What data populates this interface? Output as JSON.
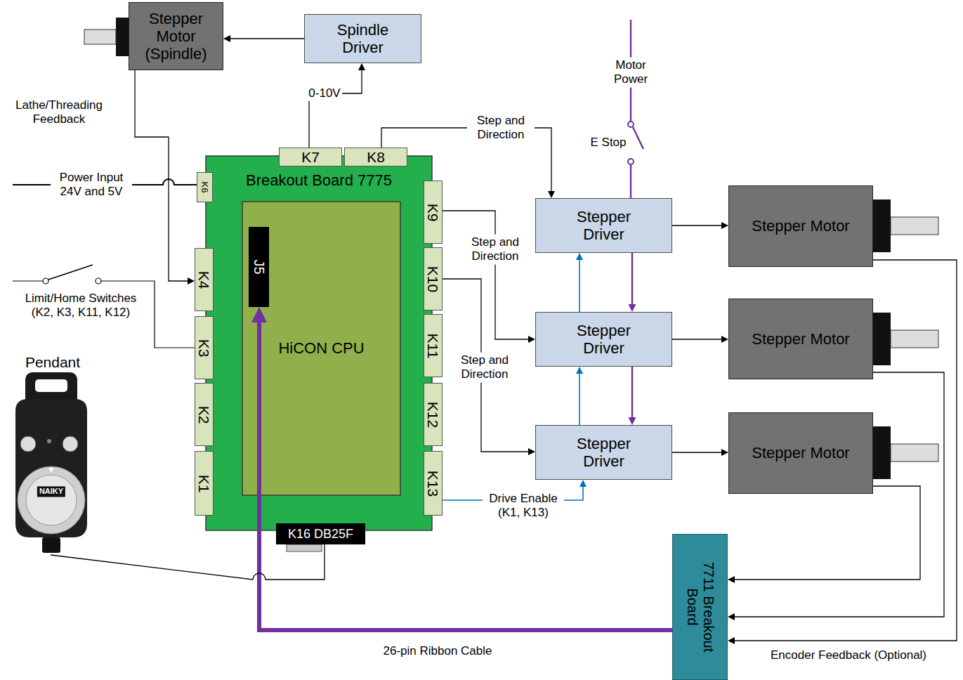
{
  "diagram": {
    "nodes": [
      {
        "text": [
          "Stepper Motor (Spindle)"
        ]
      },
      {
        "text": [
          "Spindle Driver"
        ]
      },
      {
        "text": [
          "Breakout Board 7775"
        ]
      },
      {
        "text": [
          "HiCON CPU"
        ],
        "in": 2
      },
      {
        "text": [
          "J5"
        ],
        "in": 3
      },
      {
        "text": [
          "K7"
        ],
        "in": 2
      },
      {
        "text": [
          "K8"
        ],
        "in": 2
      },
      {
        "text": [
          "K6"
        ],
        "in": 2
      },
      {
        "text": [
          "K4"
        ],
        "in": 2
      },
      {
        "text": [
          "K3"
        ],
        "in": 2
      },
      {
        "text": [
          "K2"
        ],
        "in": 2
      },
      {
        "text": [
          "K1"
        ],
        "in": 2
      },
      {
        "text": [
          "K9"
        ],
        "in": 2
      },
      {
        "text": [
          "K10"
        ],
        "in": 2
      },
      {
        "text": [
          "K11"
        ],
        "in": 2
      },
      {
        "text": [
          "K12"
        ],
        "in": 2
      },
      {
        "text": [
          "K13"
        ],
        "in": 2
      },
      {
        "text": [
          "K16 DB25F"
        ],
        "in": 2
      },
      {
        "text": [
          "Stepper Driver"
        ]
      },
      {
        "text": [
          "Stepper Motor"
        ]
      },
      {
        "text": [
          "Stepper Driver"
        ]
      },
      {
        "text": [
          "Stepper Motor"
        ]
      },
      {
        "text": [
          "Stepper Driver"
        ]
      },
      {
        "text": [
          "Stepper Motor"
        ]
      },
      {
        "text": [
          "Pendant"
        ]
      },
      {
        "text": [
          "7711 Breakout Board"
        ]
      }
    ],
    "edges": [
      {
        "from": 1,
        "to": 0,
        "arrow": "to"
      },
      {
        "from": 5,
        "to": 1,
        "label": "0-10V",
        "arrow": "to"
      },
      {
        "from": 6,
        "to": 18,
        "label": "Step and Direction",
        "arrow": "to"
      },
      {
        "from": 12,
        "to": 20,
        "label": "Step and Direction",
        "arrow": "to"
      },
      {
        "from": 13,
        "to": 22,
        "label": "Step and Direction",
        "arrow": "to"
      },
      {
        "from": 16,
        "to": 22,
        "label": "Drive Enable (K1, K13)",
        "arrow": "to"
      },
      {
        "from": 22,
        "to": 20,
        "arrow": "to"
      },
      {
        "from": 20,
        "to": 18,
        "arrow": "to"
      },
      {
        "from": 18,
        "to": 20,
        "arrow": "to"
      },
      {
        "from": 20,
        "to": 22,
        "arrow": "to"
      },
      {
        "from": 18,
        "to": 19,
        "arrow": "to"
      },
      {
        "from": 20,
        "to": 21,
        "arrow": "to"
      },
      {
        "from": 22,
        "to": 23,
        "arrow": "to"
      },
      {
        "from": 19,
        "to": 25,
        "arrow": "to"
      },
      {
        "from": 21,
        "to": 25,
        "arrow": "to"
      },
      {
        "from": 23,
        "to": 25,
        "arrow": "to"
      },
      {
        "from": 25,
        "to": 4,
        "label": "26-pin Ribbon Cable",
        "arrow": "to"
      },
      {
        "from": 0,
        "to": 8,
        "label": "Lathe/Threading Feedback",
        "arrow": "to"
      },
      {
        "from": 24,
        "to": 17,
        "arrow": "none"
      }
    ],
    "labels": [
      "Power Input 24V and 5V",
      "Limit/Home Switches (K2, K3, K11, K12)",
      "Motor Power",
      "E Stop",
      "Encoder Feedback (Optional)",
      "NAIKY"
    ]
  }
}
